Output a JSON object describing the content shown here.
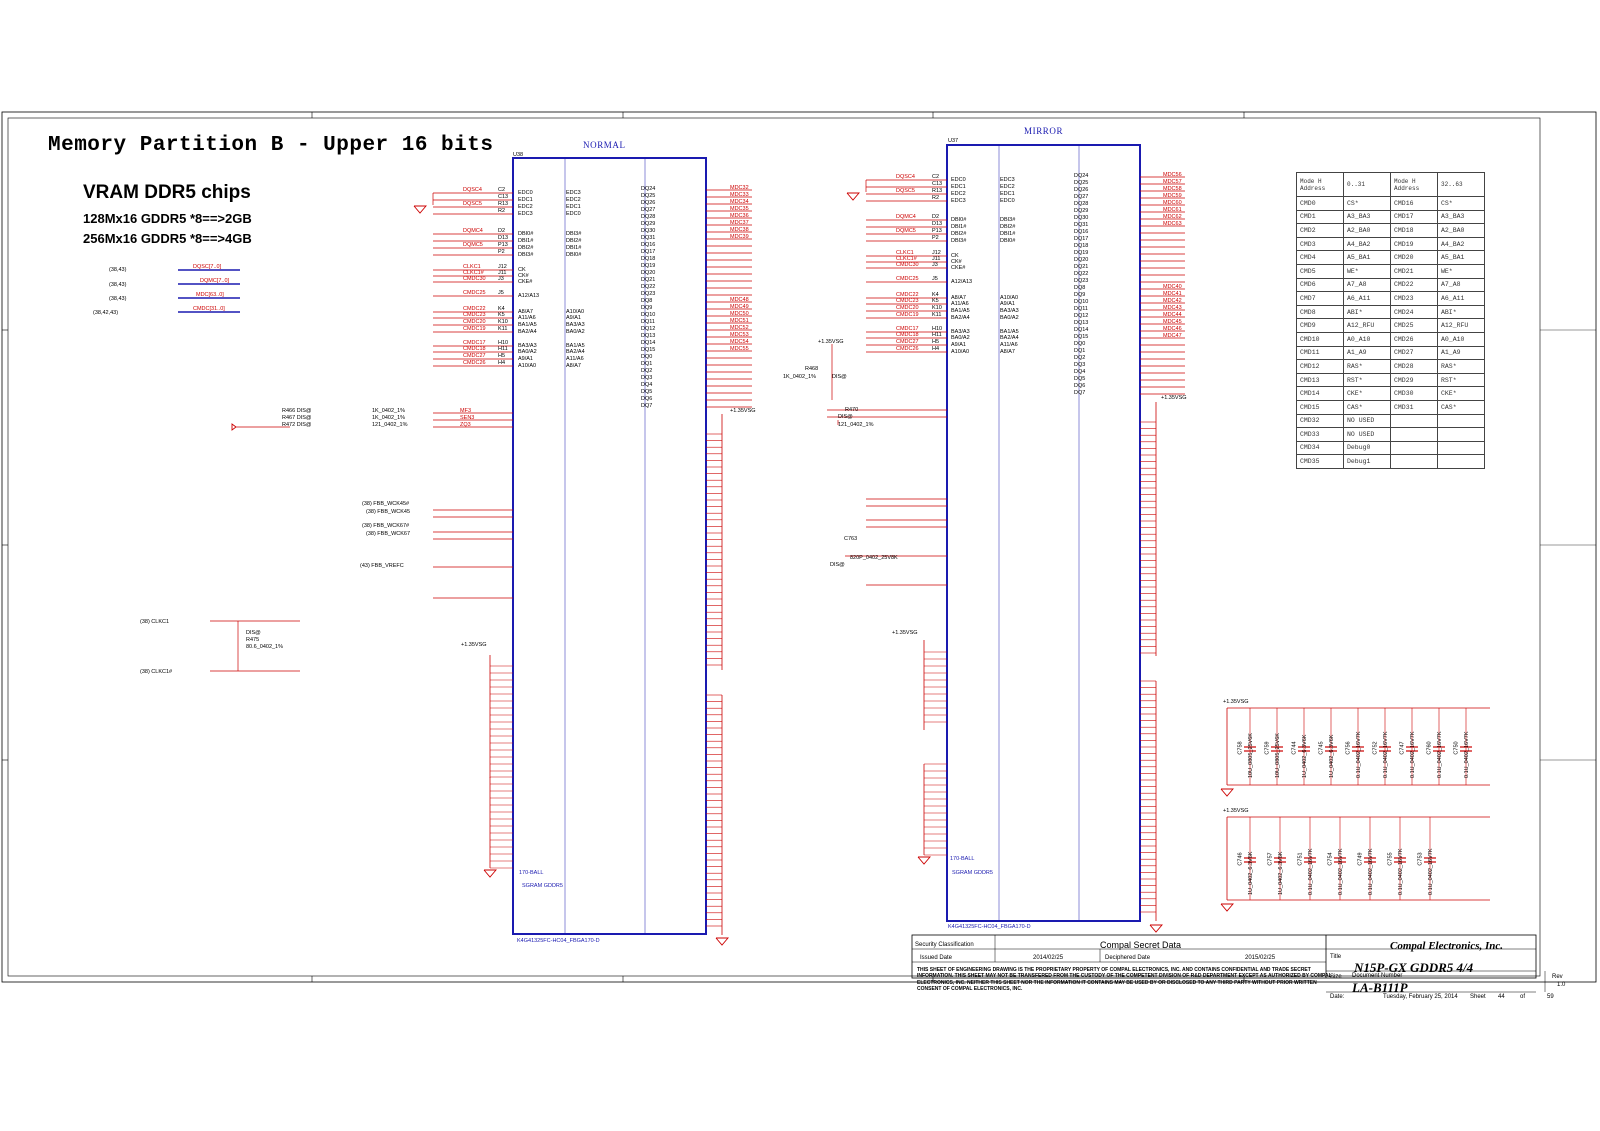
{
  "title": "Memory Partition B - Upper 16 bits",
  "subtitle": "VRAM DDR5 chips",
  "capacity_lines": [
    "128Mx16 GDDR5 *8==>2GB",
    "256Mx16 GDDR5 *8==>4GB"
  ],
  "chips": [
    {
      "ref": "U38",
      "mode": "NORMAL",
      "part": "K4G41325FC-HC04_FBGA170-D",
      "pkg": "170-BALL",
      "type": "SGRAM GDDR5"
    },
    {
      "ref": "U37",
      "mode": "MIRROR",
      "part": "K4G41325FC-HC04_FBGA170-D",
      "pkg": "170-BALL",
      "type": "SGRAM GDDR5"
    }
  ],
  "bus_labels": [
    {
      "ref": "(38,43)",
      "net": "DQSC[7..0]"
    },
    {
      "ref": "(38,43)",
      "net": "DQMC[7..0]"
    },
    {
      "ref": "(38,43)",
      "net": "MDC[63..0]"
    },
    {
      "ref": "(38,42,43)",
      "net": "CMDC[31..0]"
    }
  ],
  "u38_left_pins": [
    {
      "net": "DQSC4",
      "ball": "C2",
      "fn": "EDC0",
      "alt": "EDC3"
    },
    {
      "net": "",
      "ball": "C13",
      "fn": "EDC1",
      "alt": "EDC2"
    },
    {
      "net": "DQSC5",
      "ball": "R13",
      "fn": "EDC2",
      "alt": "EDC1"
    },
    {
      "net": "",
      "ball": "R2",
      "fn": "EDC3",
      "alt": "EDC0"
    },
    {
      "net": "DQMC4",
      "ball": "D2",
      "fn": "DBI0#",
      "alt": "DBI3#"
    },
    {
      "net": "",
      "ball": "D13",
      "fn": "DBI1#",
      "alt": "DBI2#"
    },
    {
      "net": "DQMC5",
      "ball": "P13",
      "fn": "DBI2#",
      "alt": "DBI1#"
    },
    {
      "net": "",
      "ball": "P2",
      "fn": "DBI3#",
      "alt": "DBI0#"
    },
    {
      "net": "CLKC1",
      "ball": "J12",
      "fn": "CK",
      "alt": ""
    },
    {
      "net": "CLKC1#",
      "ball": "J11",
      "fn": "CK#",
      "alt": ""
    },
    {
      "net": "CMDC30",
      "ball": "J3",
      "fn": "CKE#",
      "alt": ""
    },
    {
      "net": "CMDC25",
      "ball": "J5",
      "fn": "A12/A13",
      "alt": ""
    },
    {
      "net": "CMDC22",
      "ball": "K4",
      "fn": "A8/A7",
      "alt": "A10/A0"
    },
    {
      "net": "CMDC23",
      "ball": "K5",
      "fn": "A11/A6",
      "alt": "A9/A1"
    },
    {
      "net": "CMDC20",
      "ball": "K10",
      "fn": "BA1/A5",
      "alt": "BA3/A3"
    },
    {
      "net": "CMDC19",
      "ball": "K11",
      "fn": "BA2/A4",
      "alt": "BA0/A2"
    },
    {
      "net": "CMDC17",
      "ball": "H10",
      "fn": "BA3/A3",
      "alt": "BA1/A5"
    },
    {
      "net": "CMDC18",
      "ball": "H11",
      "fn": "BA0/A2",
      "alt": "BA2/A4"
    },
    {
      "net": "CMDC27",
      "ball": "H5",
      "fn": "A9/A1",
      "alt": "A11/A6"
    },
    {
      "net": "CMDC26",
      "ball": "H4",
      "fn": "A10/A0",
      "alt": "A8/A7"
    }
  ],
  "u38_dq": [
    "DQ24",
    "DQ25",
    "DQ26",
    "DQ27",
    "DQ28",
    "DQ29",
    "DQ30",
    "DQ31",
    "DQ16",
    "DQ17",
    "DQ18",
    "DQ19",
    "DQ20",
    "DQ21",
    "DQ22",
    "DQ23",
    "DQ8",
    "DQ9",
    "DQ10",
    "DQ11",
    "DQ12",
    "DQ13",
    "DQ14",
    "DQ15",
    "DQ0",
    "DQ1",
    "DQ2",
    "DQ3",
    "DQ4",
    "DQ5",
    "DQ6",
    "DQ7"
  ],
  "u38_mdc": [
    "MDC32",
    "MDC33",
    "MDC34",
    "MDC35",
    "MDC36",
    "MDC37",
    "MDC38",
    "MDC39",
    "",
    "",
    "",
    "",
    "",
    "",
    "",
    "",
    "MDC48",
    "MDC49",
    "MDC50",
    "MDC51",
    "MDC52",
    "MDC53",
    "MDC54",
    "MDC55"
  ],
  "u37_mdc": [
    "MDC56",
    "MDC57",
    "MDC58",
    "MDC59",
    "MDC60",
    "MDC61",
    "MDC62",
    "MDC63",
    "",
    "",
    "",
    "",
    "",
    "",
    "",
    "",
    "MDC40",
    "MDC41",
    "MDC42",
    "MDC43",
    "MDC44",
    "MDC45",
    "MDC46",
    "MDC47"
  ],
  "resistors": [
    {
      "ref": "R466",
      "tag": "DIS@",
      "value": "1K_0402_1%",
      "net": "MF3"
    },
    {
      "ref": "R467",
      "tag": "DIS@",
      "value": "1K_0402_1%",
      "net": "SEN3"
    },
    {
      "ref": "R472",
      "tag": "DIS@",
      "value": "121_0402_1%",
      "net": "ZQ3"
    },
    {
      "ref": "R475",
      "tag": "DIS@",
      "value": "80.6_0402_1%",
      "net": ""
    },
    {
      "ref": "R468",
      "tag": "DIS@",
      "value": "1K_0402_1%",
      "net": ""
    },
    {
      "ref": "R470",
      "tag": "DIS@",
      "value": "121_0402_1%",
      "net": ""
    }
  ],
  "fbb_labels": [
    "(38) FBB_WCK45#",
    "(38) FBB_WCK45",
    "(38) FBB_WCK67#",
    "(38) FBB_WCK67",
    "(43) FBB_VREFC"
  ],
  "clk_labels": [
    "(38) CLKC1",
    "(38) CLKC1#"
  ],
  "cap_c763": {
    "ref": "C763",
    "value": "820P_0402_25V8K",
    "tag": "DIS@"
  },
  "power_rail": "+1.35VSG",
  "decoupling_row1": [
    {
      "ref": "C758",
      "value": "10U_0805_25V6K"
    },
    {
      "ref": "C759",
      "value": "10U_0805_25V6K"
    },
    {
      "ref": "C744",
      "value": "1U_0402_6.3V6K"
    },
    {
      "ref": "C745",
      "value": "1U_0402_6.3V6K"
    },
    {
      "ref": "C756",
      "value": "0.1U_0402_16V7K"
    },
    {
      "ref": "C752",
      "value": "0.1U_0402_16V7K"
    },
    {
      "ref": "C747",
      "value": "0.1U_0402_16V7K"
    },
    {
      "ref": "C760",
      "value": "0.1U_0402_16V7K"
    },
    {
      "ref": "C750",
      "value": "0.1U_0402_16V7K"
    }
  ],
  "decoupling_row2": [
    {
      "ref": "C746",
      "value": "1U_0402_6.3V6K"
    },
    {
      "ref": "C757",
      "value": "1U_0402_6.3V6K"
    },
    {
      "ref": "C751",
      "value": "0.1U_0402_16V7K"
    },
    {
      "ref": "C754",
      "value": "0.1U_0402_16V7K"
    },
    {
      "ref": "C749",
      "value": "0.1U_0402_16V7K"
    },
    {
      "ref": "C755",
      "value": "0.1U_0402_16V7K"
    },
    {
      "ref": "C753",
      "value": "0.1U_0402_16V7K"
    }
  ],
  "cmd_table": {
    "headers": [
      "Mode H\nAddress",
      "0..31",
      "Mode H\nAddress",
      "32..63"
    ],
    "rows": [
      [
        "CMD0",
        "CS*",
        "CMD16",
        "CS*"
      ],
      [
        "CMD1",
        "A3_BA3",
        "CMD17",
        "A3_BA3"
      ],
      [
        "CMD2",
        "A2_BA0",
        "CMD18",
        "A2_BA0"
      ],
      [
        "CMD3",
        "A4_BA2",
        "CMD19",
        "A4_BA2"
      ],
      [
        "CMD4",
        "A5_BA1",
        "CMD20",
        "A5_BA1"
      ],
      [
        "CMD5",
        "WE*",
        "CMD21",
        "WE*"
      ],
      [
        "CMD6",
        "A7_A8",
        "CMD22",
        "A7_A8"
      ],
      [
        "CMD7",
        "A6_A11",
        "CMD23",
        "A6_A11"
      ],
      [
        "CMD8",
        "ABI*",
        "CMD24",
        "ABI*"
      ],
      [
        "CMD9",
        "A12_RFU",
        "CMD25",
        "A12_RFU"
      ],
      [
        "CMD10",
        "A0_A10",
        "CMD26",
        "A0_A10"
      ],
      [
        "CMD11",
        "A1_A9",
        "CMD27",
        "A1_A9"
      ],
      [
        "CMD12",
        "RAS*",
        "CMD28",
        "RAS*"
      ],
      [
        "CMD13",
        "RST*",
        "CMD29",
        "RST*"
      ],
      [
        "CMD14",
        "CKE*",
        "CMD30",
        "CKE*"
      ],
      [
        "CMD15",
        "CAS*",
        "CMD31",
        "CAS*"
      ],
      [
        "CMD32",
        "NO USED",
        "",
        ""
      ],
      [
        "CMD33",
        "NO USED",
        "",
        ""
      ],
      [
        "CMD34",
        "Debug0",
        "",
        ""
      ],
      [
        "CMD35",
        "Debug1",
        "",
        ""
      ]
    ]
  },
  "title_block": {
    "security_label": "Security Classification",
    "security_value": "Compal Secret Data",
    "issued_label": "Issued Date",
    "issued_value": "2014/02/25",
    "deciphered_label": "Deciphered Date",
    "deciphered_value": "2015/02/25",
    "company": "Compal Electronics, Inc.",
    "title_label": "Title",
    "title": "N15P-GX GDDR5  4/4",
    "size_label": "Size",
    "doc_label": "Document Number",
    "doc_number": "LA-B111P",
    "rev_label": "Rev",
    "rev": "1.0",
    "date_label": "Date:",
    "date": "Tuesday, February 25, 2014",
    "sheet_label": "Sheet",
    "sheet": "44",
    "of_label": "of",
    "total": "59",
    "notice": "THIS SHEET OF ENGINEERING DRAWING IS THE PROPRIETARY PROPERTY OF COMPAL ELECTRONICS, INC. AND CONTAINS CONFIDENTIAL AND TRADE SECRET INFORMATION. THIS SHEET MAY NOT BE TRANSFERED FROM THE CUSTODY OF THE COMPETENT DIVISION OF R&D DEPARTMENT EXCEPT AS AUTHORIZED BY COMPAL ELECTRONICS, INC. NEITHER THIS SHEET NOR THE INFORMATION IT CONTAINS MAY BE USED BY OR DISCLOSED TO ANY THIRD PARTY WITHOUT PRIOR WRITTEN CONSENT OF COMPAL ELECTRONICS, INC."
  },
  "colors": {
    "net": "#cc0000",
    "wire": "#cc0000",
    "chip": "#1a1ab0",
    "border": "#000000"
  }
}
